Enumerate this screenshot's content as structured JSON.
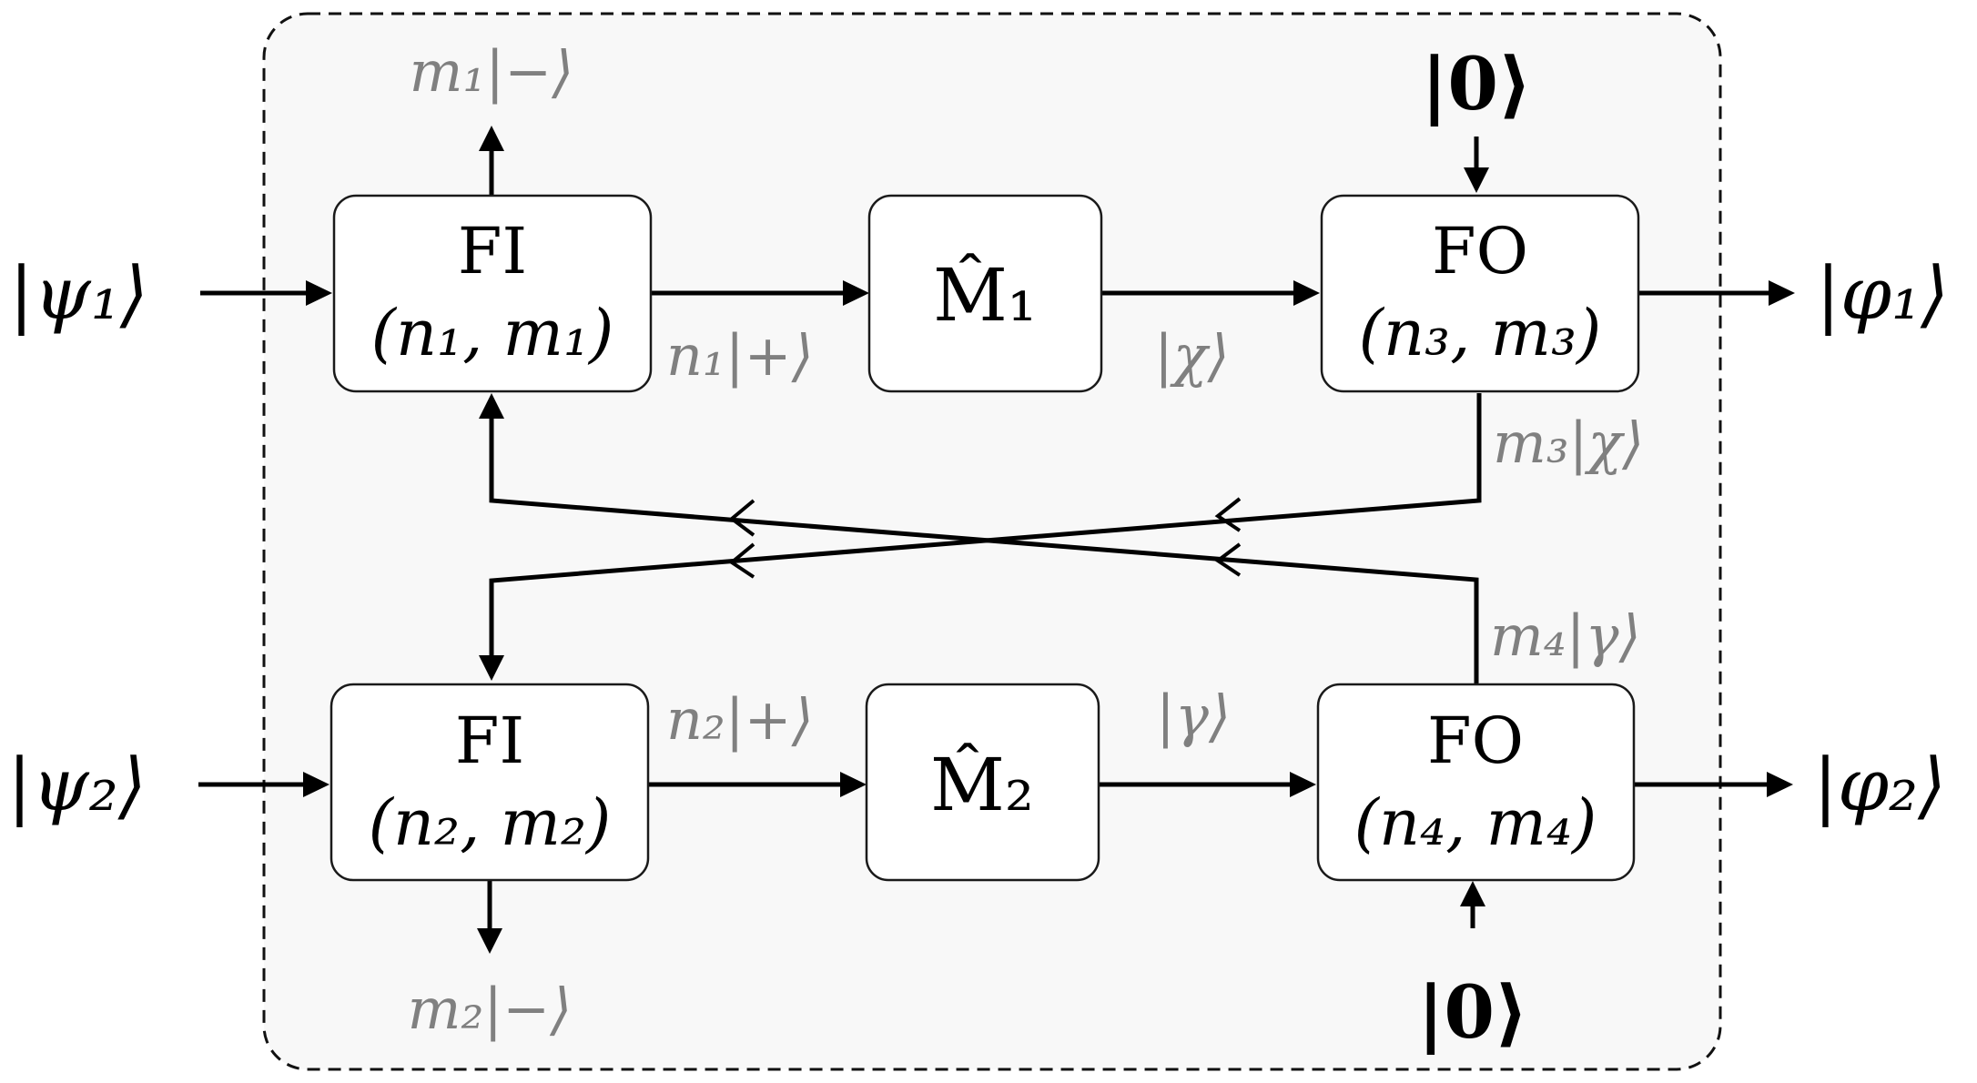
{
  "blocks": {
    "fi1": {
      "name": "FI",
      "params": "(n₁, m₁)"
    },
    "fi2": {
      "name": "FI",
      "params": "(n₂, m₂)"
    },
    "m1": {
      "label": "M̂₁"
    },
    "m2": {
      "label": "M̂₂"
    },
    "fo1": {
      "name": "FO",
      "params": "(n₃, m₃)"
    },
    "fo2": {
      "name": "FO",
      "params": "(n₄, m₄)"
    }
  },
  "inputs": {
    "psi1": "|ψ₁⟩",
    "psi2": "|ψ₂⟩",
    "zero_top": "|0⟩",
    "zero_bottom": "|0⟩"
  },
  "outputs": {
    "phi1": "|φ₁⟩",
    "phi2": "|φ₂⟩"
  },
  "signals": {
    "m1_minus": "m₁|−⟩",
    "n1_plus": "n₁|+⟩",
    "chi": "|χ⟩",
    "m3_chi": "m₃|χ⟩",
    "m4_gamma": "m₄|γ⟩",
    "n2_plus": "n₂|+⟩",
    "gamma": "|γ⟩",
    "m2_minus": "m₂|−⟩"
  },
  "colors": {
    "region_fill": "#f8f8f8",
    "label_grey": "#808080",
    "line": "#000000"
  }
}
